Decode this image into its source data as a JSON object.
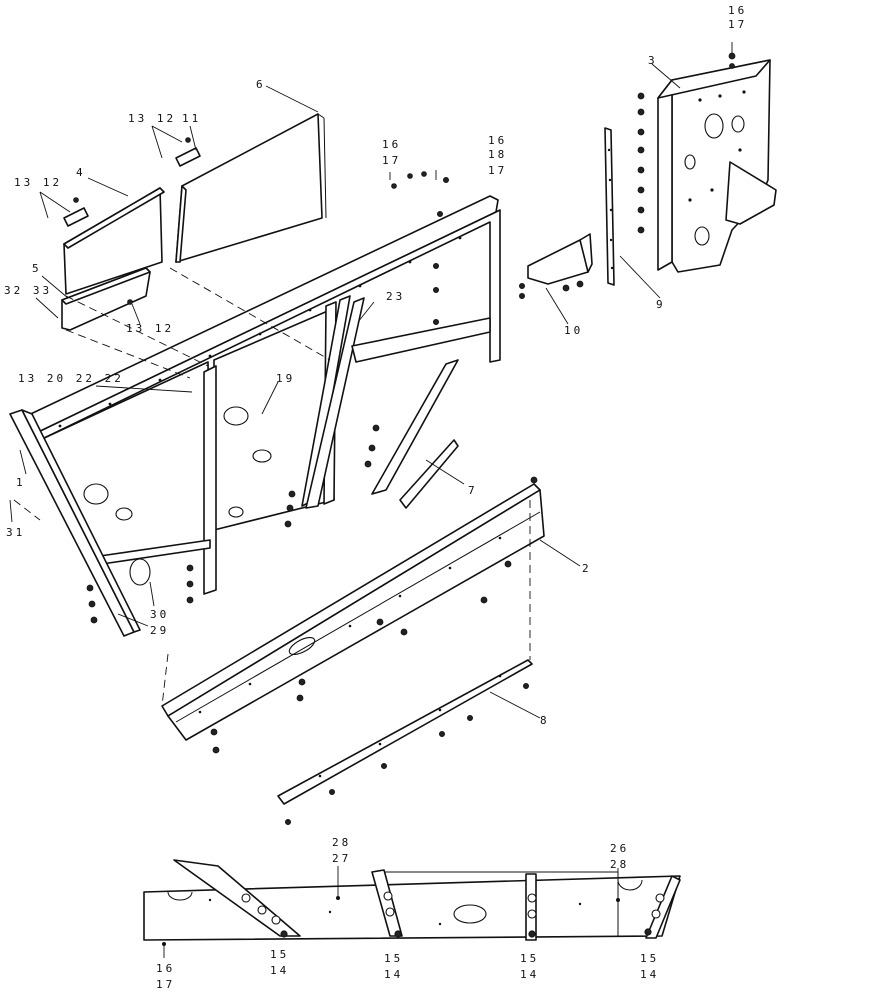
{
  "callouts": {
    "c1": "1",
    "c2": "2",
    "c3": "3",
    "c4": "4",
    "c5": "5",
    "c6": "6",
    "c7": "7",
    "c8": "8",
    "c9": "9",
    "c10": "10",
    "c11": "11",
    "c1312a": "13 12",
    "c1312b": "13 12",
    "c1312c": "13 12",
    "c1617a_top": "16",
    "c1617a_bot": "17",
    "c1617b_top": "16",
    "c1617b_bot": "17",
    "c161817_a": "16",
    "c161817_b": "18",
    "c161817_c": "17",
    "c19": "19",
    "c23": "23",
    "c29": "29",
    "c30": "30",
    "c31": "31",
    "c3233": "32 33",
    "c13202222": "13 20 22 22",
    "c2827_top": "28",
    "c2827_bot": "27",
    "c2628_top": "26",
    "c2628_bot": "28",
    "c1514a_top": "15",
    "c1514a_bot": "14",
    "c1514b_top": "15",
    "c1514b_bot": "14",
    "c1514c_top": "15",
    "c1514c_bot": "14",
    "c1514d_top": "15",
    "c1514d_bot": "14",
    "c1617c_top": "16",
    "c1617c_bot": "17"
  }
}
